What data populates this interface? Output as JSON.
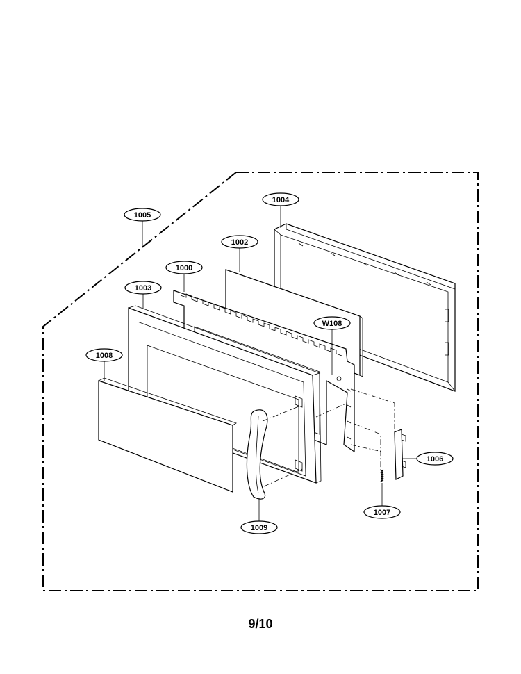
{
  "callouts": {
    "c1004": "1004",
    "c1005": "1005",
    "c1002": "1002",
    "c1000": "1000",
    "c1003": "1003",
    "c1008": "1008",
    "cW108": "W108",
    "c1006": "1006",
    "c1007": "1007",
    "c1009": "1009"
  },
  "page_number": "9/10"
}
